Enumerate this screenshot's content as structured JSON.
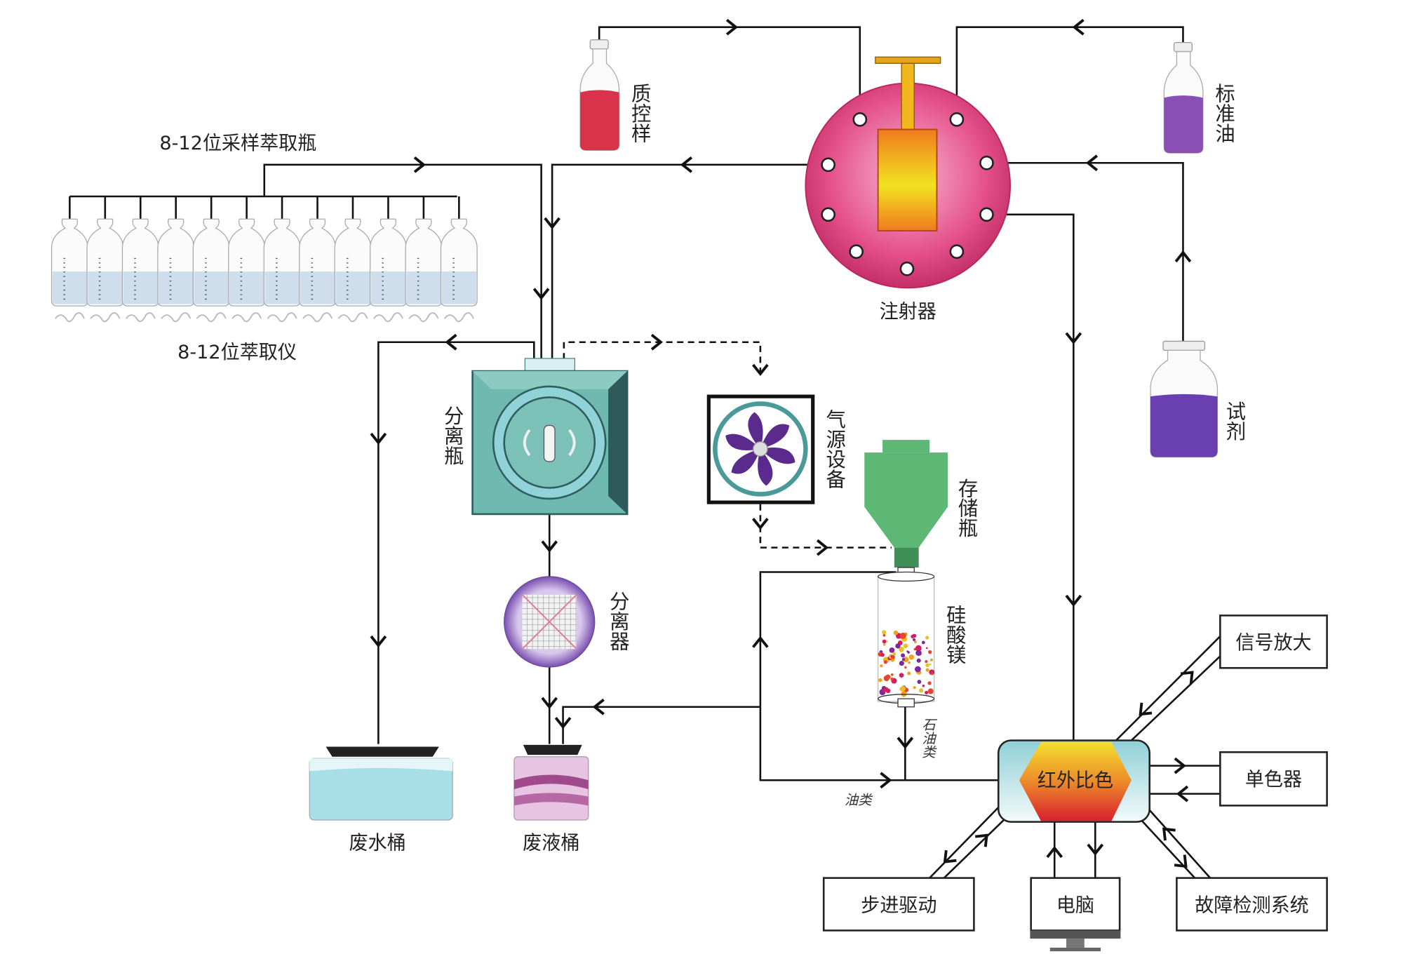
{
  "labels": {
    "sampling_bottles": "8-12位采样萃取瓶",
    "extractor": "8-12位萃取仪",
    "qc_sample": "质控样",
    "injector": "注射器",
    "standard_oil": "标准油",
    "reagent": "试剂",
    "separation_bottle": "分离瓶",
    "gas_source": "气源设备",
    "storage_bottle": "存储瓶",
    "separator": "分离器",
    "magnesium_silicate": "硅酸镁",
    "petroleum": "石油类",
    "oils": "油类",
    "waste_water_bucket": "废水桶",
    "waste_liquid_bucket": "废液桶",
    "ir_colorimetry": "红外比色",
    "signal_amplifier": "信号放大",
    "monochromator": "单色器",
    "stepper_drive": "步进驱动",
    "computer": "电脑",
    "fault_detection": "故障检测系统"
  },
  "colors": {
    "qc_liquid": "#d8334a",
    "standard_oil_liquid": "#8a4fb5",
    "reagent_liquid": "#6a3fb0",
    "injector_body": "#e2447e",
    "separation_bottle": "#6fb9b0",
    "storage_bottle": "#5cb874",
    "ir_hexagon": "#e8702a",
    "sample_liquid": "#c5d8ea"
  },
  "sampling_bottle_count": 12
}
